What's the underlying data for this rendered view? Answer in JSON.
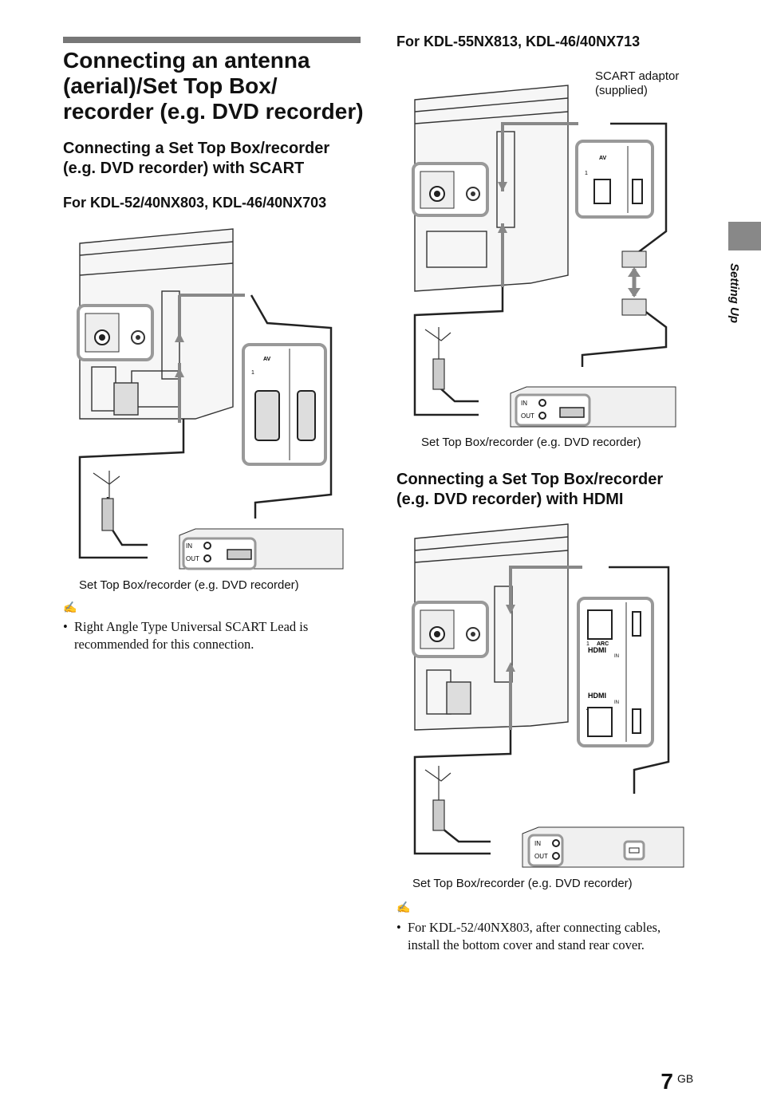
{
  "page_title": "Connecting an antenna (aerial)/Set Top Box/ recorder (e.g. DVD recorder)",
  "scart_section": {
    "title": "Connecting a Set Top Box/recorder (e.g. DVD recorder) with SCART",
    "model_left": "For KDL-52/40NX803, KDL-46/40NX703",
    "model_right": "For KDL-55NX813, KDL-46/40NX713",
    "scart_adaptor": "SCART adaptor (supplied)",
    "caption": "Set Top Box/recorder (e.g. DVD recorder)",
    "note": "Right Angle Type Universal SCART Lead is recommended for this connection."
  },
  "hdmi_section": {
    "title": "Connecting a Set Top Box/recorder (e.g. DVD recorder) with HDMI",
    "caption": "Set Top Box/recorder (e.g. DVD recorder)",
    "note": "For KDL-52/40NX803, after connecting cables, install the bottom cover and stand rear cover."
  },
  "port_labels": {
    "in": "IN",
    "out": "OUT",
    "av": "AV",
    "av_num": "1",
    "arc": "ARC",
    "hdmi": "HDMI",
    "hdmi_in": "IN",
    "hdmi_port1": "1",
    "hdmi_port4": "4"
  },
  "side_tab": "Setting Up",
  "page_number": "7",
  "page_suffix": "GB",
  "note_bullet": "•",
  "colors": {
    "rule": "#777777",
    "tab": "#888888",
    "highlight": "#888888"
  }
}
